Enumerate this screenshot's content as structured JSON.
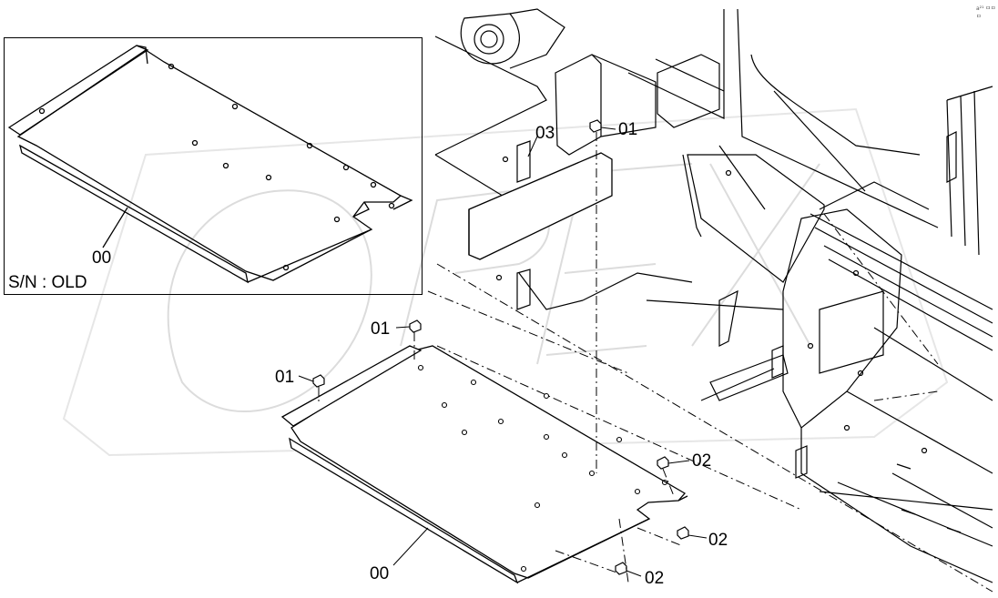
{
  "diagram": {
    "watermark_text": "OPEX",
    "corner_mark": "a²¹ ㅁㅁㅁ",
    "inset": {
      "serial_note": "S/N : OLD",
      "part_label": "00"
    },
    "callouts": [
      {
        "id": "c01a",
        "text": "01"
      },
      {
        "id": "c03",
        "text": "03"
      },
      {
        "id": "c01b",
        "text": "01"
      },
      {
        "id": "c01c",
        "text": "01"
      },
      {
        "id": "c02a",
        "text": "02"
      },
      {
        "id": "c02b",
        "text": "02"
      },
      {
        "id": "c02c",
        "text": "02"
      },
      {
        "id": "c00",
        "text": "00"
      }
    ],
    "colors": {
      "line": "#000000",
      "watermark": "#e9e9e9",
      "background": "#ffffff"
    }
  }
}
